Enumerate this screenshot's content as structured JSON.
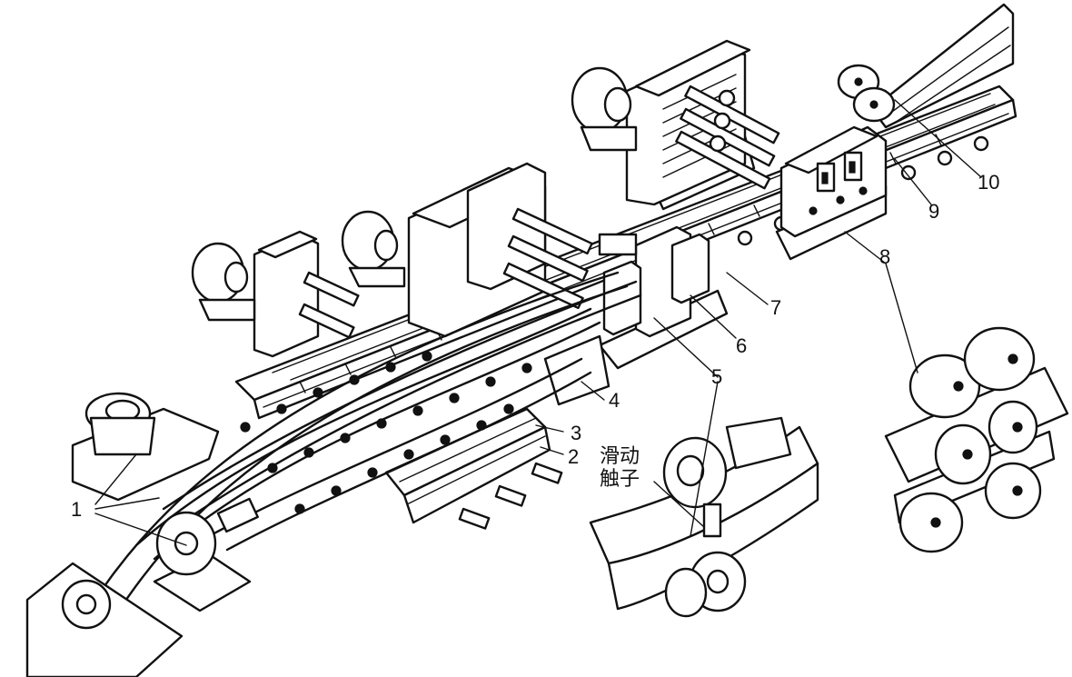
{
  "labels": {
    "l1": "1",
    "l2": "2",
    "l3": "3",
    "l4": "4",
    "l5": "5",
    "l6": "6",
    "l7": "7",
    "l8": "8",
    "l9": "9",
    "l10": "10"
  },
  "inset_caption": {
    "line1": "滑动",
    "line2": "触子"
  }
}
